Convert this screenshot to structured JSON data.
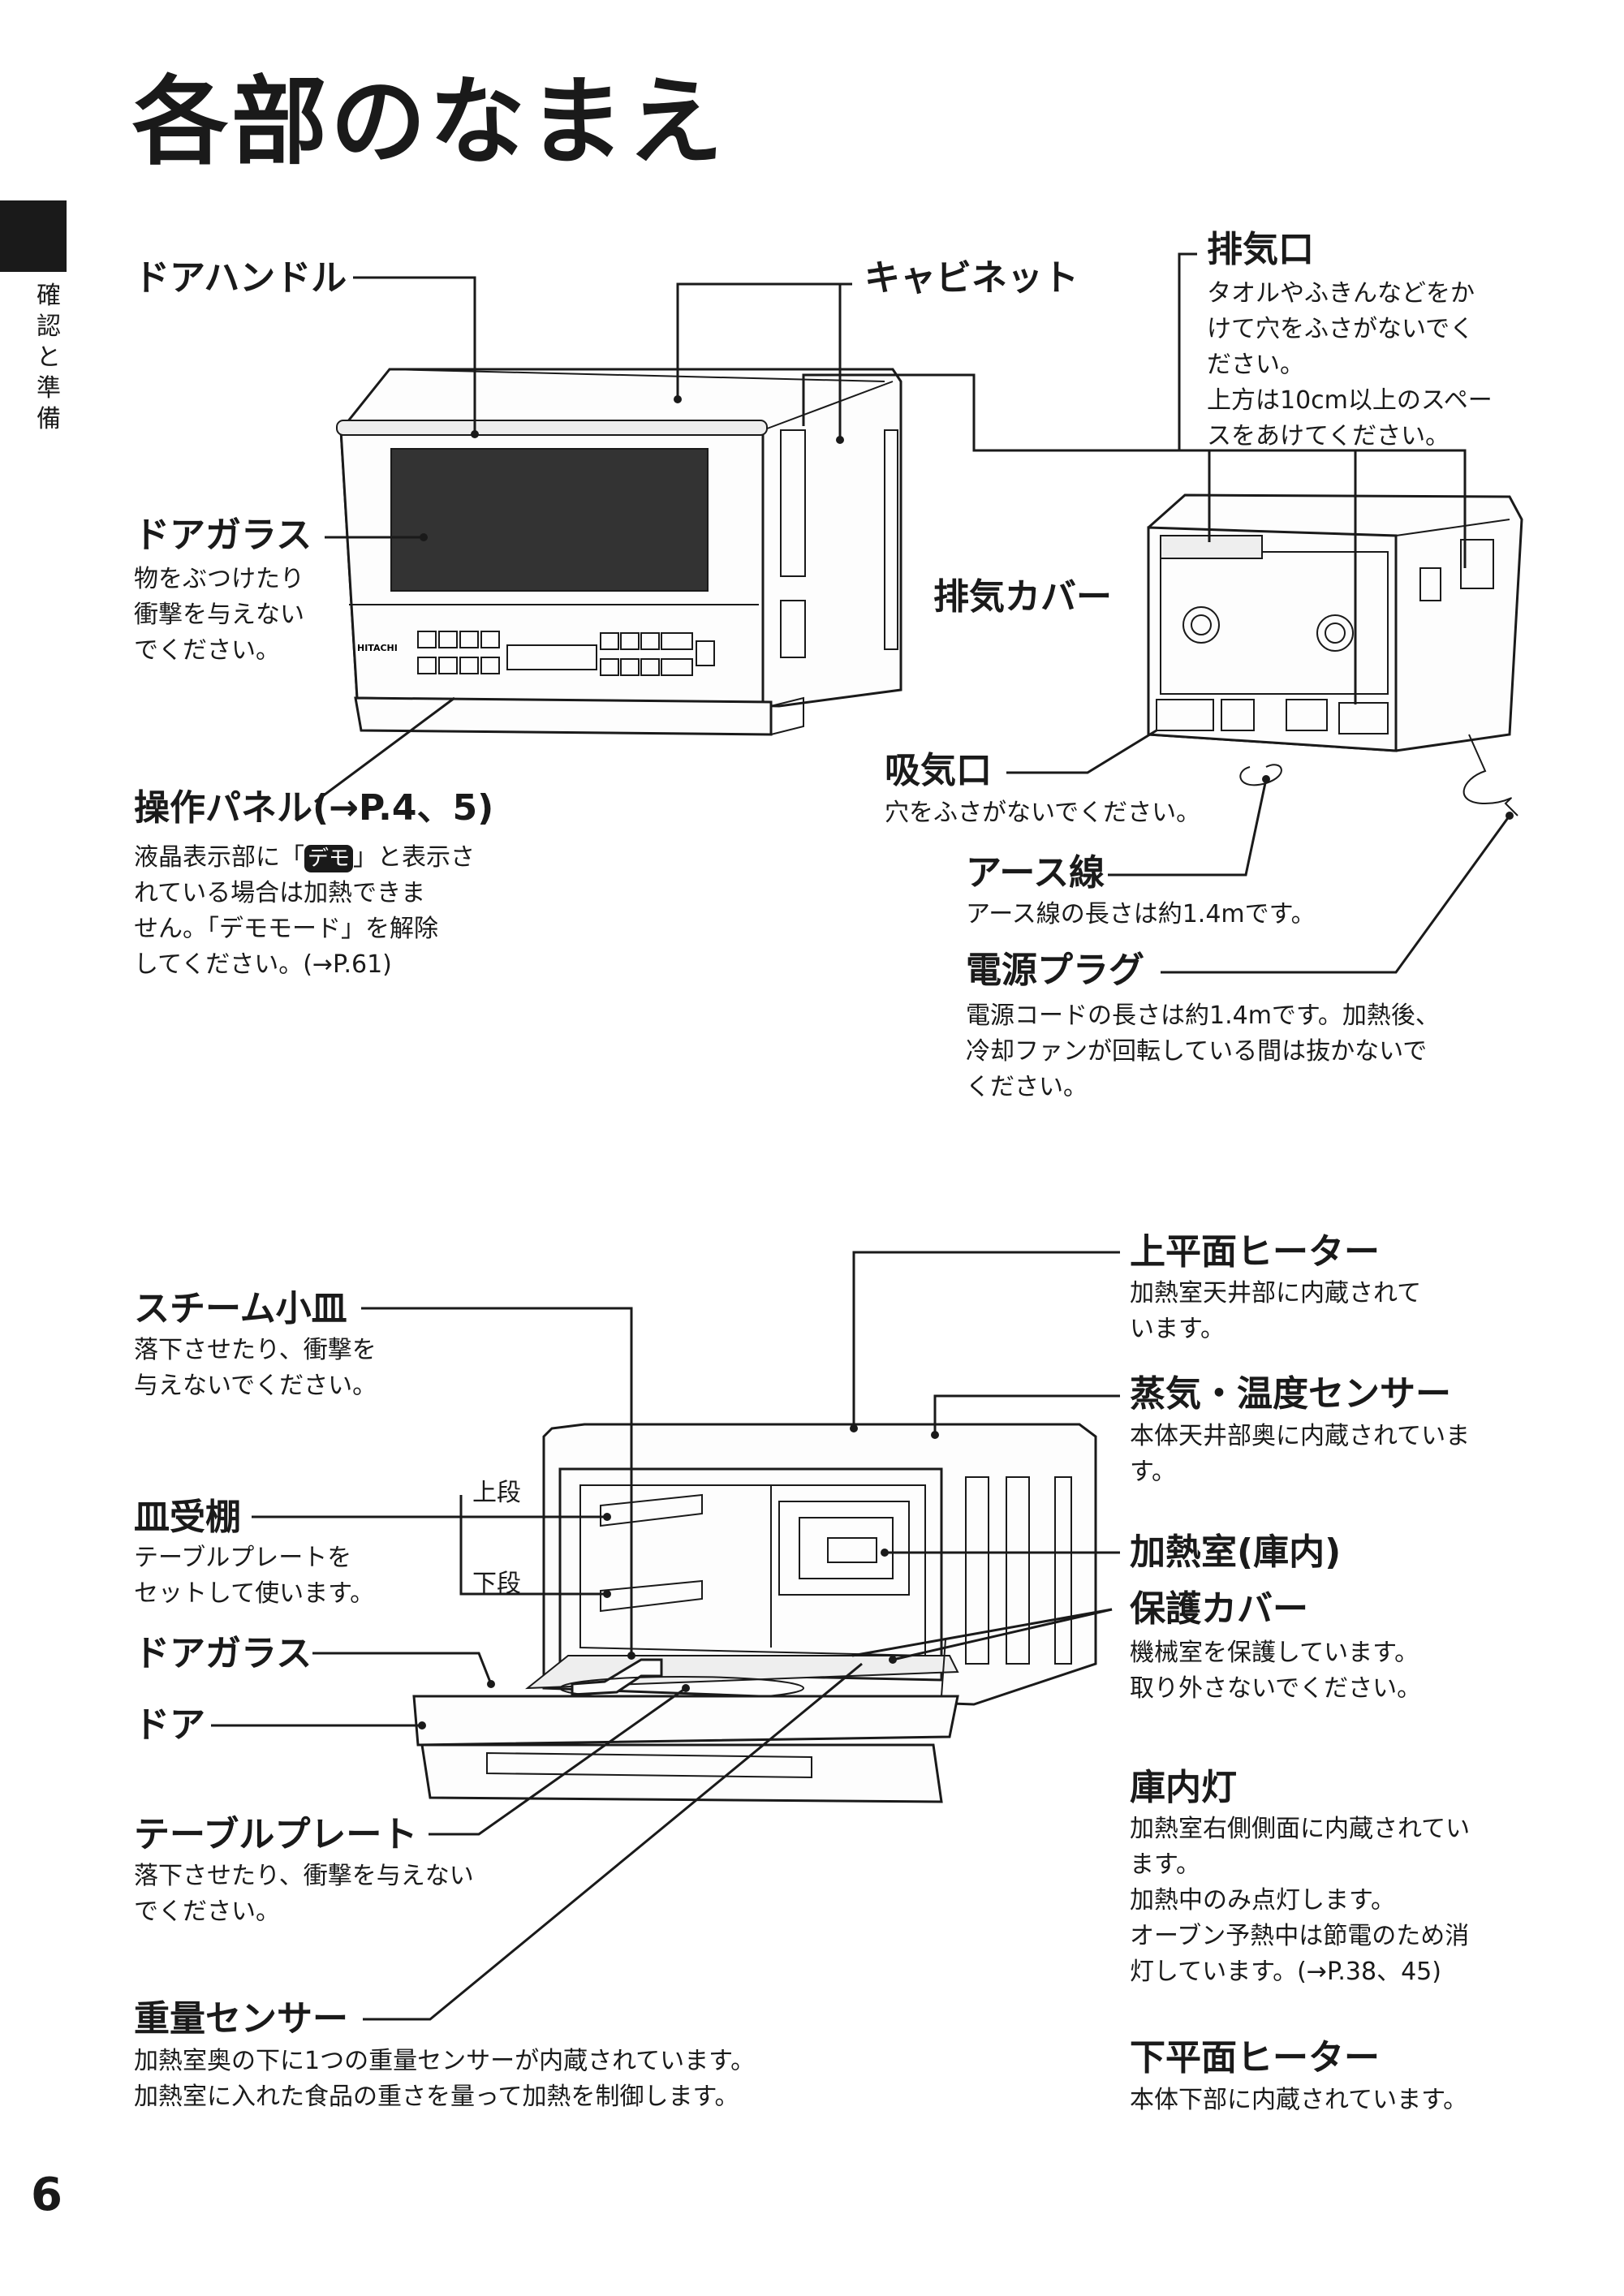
{
  "page": {
    "title": "各部のなまえ",
    "section_tab": "確認と準備",
    "page_number": "6"
  },
  "top": {
    "door_handle": {
      "label": "ドアハンドル"
    },
    "cabinet": {
      "label": "キャビネット"
    },
    "exhaust": {
      "label": "排気口",
      "desc": "タオルやふきんなどをか\nけて穴をふさがないでく\nださい。\n上方は10cm以上のスペー\nスをあけてください。"
    },
    "door_glass": {
      "label": "ドアガラス",
      "desc": "物をぶつけたり\n衝撃を与えない\nでください。"
    },
    "exhaust_cover": {
      "label": "排気カバー"
    },
    "control_panel": {
      "label": "操作パネル(→P.4、5)",
      "desc_pre": "液晶表示部に「",
      "demo_badge": "デモ",
      "desc_post": "」と表示さ\nれている場合は加熱できま\nせん。「デモモード」を解除\nしてください。(→P.61)"
    },
    "intake": {
      "label": "吸気口",
      "desc": "穴をふさがないでください。"
    },
    "ground_wire": {
      "label": "アース線",
      "desc": "アース線の長さは約1.4mです。"
    },
    "power_plug": {
      "label": "電源プラグ",
      "desc": "電源コードの長さは約1.4mです。加熱後、\n冷却ファンが回転している間は抜かないで\nください。"
    },
    "oven_brand": "HITACHI"
  },
  "bottom": {
    "steam_dish": {
      "label": "スチーム小皿",
      "desc": "落下させたり、衝撃を\n与えないでください。"
    },
    "rack": {
      "label": "皿受棚",
      "desc": "テーブルプレートを\nセットして使います。"
    },
    "upper_tier": "上段",
    "lower_tier": "下段",
    "door_glass": {
      "label": "ドアガラス"
    },
    "door": {
      "label": "ドア"
    },
    "table_plate": {
      "label": "テーブルプレート",
      "desc": "落下させたり、衝撃を与えない\nでください。"
    },
    "weight_sensor": {
      "label": "重量センサー",
      "desc": "加熱室奥の下に1つの重量センサーが内蔵されています。\n加熱室に入れた食品の重さを量って加熱を制御します。"
    },
    "top_heater": {
      "label": "上平面ヒーター",
      "desc": "加熱室天井部に内蔵されて\nいます。"
    },
    "steam_temp_sensor": {
      "label": "蒸気・温度センサー",
      "desc": "本体天井部奥に内蔵されていま\nす。"
    },
    "chamber": {
      "label": "加熱室(庫内)"
    },
    "protective_cover": {
      "label": "保護カバー",
      "desc": "機械室を保護しています。\n取り外さないでください。"
    },
    "interior_light": {
      "label": "庫内灯",
      "desc": "加熱室右側側面に内蔵されてい\nます。\n加熱中のみ点灯します。\nオーブン予熱中は節電のため消\n灯しています。(→P.38、45)"
    },
    "bottom_heater": {
      "label": "下平面ヒーター",
      "desc": "本体下部に内蔵されています。"
    }
  }
}
